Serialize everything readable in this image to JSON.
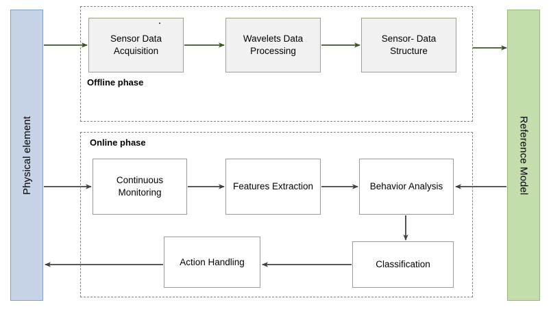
{
  "diagram": {
    "type": "flowchart",
    "rails": {
      "left": {
        "name": "physical-element",
        "label": "Physical element",
        "color": "#c6d3e7",
        "border_color": "#7f9fc4"
      },
      "right": {
        "name": "reference-model",
        "label": "Reference Model",
        "color": "#c3ddad",
        "border_color": "#93b97a"
      }
    },
    "phases": [
      {
        "id": "offline",
        "title": "Offline phase",
        "border_style": "dashed",
        "border_color": "#808080",
        "node_fill": "#f1f1f1",
        "node_border": "#9aa47e",
        "arrow_color": "#375623",
        "nodes": [
          {
            "id": "sensor-data-acquisition",
            "label": "Sensor Data\nAcquisition",
            "line1": "Sensor Data",
            "line2": "Acquisition"
          },
          {
            "id": "wavelets-data-processing",
            "label": "Wavelets Data\nProcessing",
            "line1": "Wavelets Data",
            "line2": "Processing"
          },
          {
            "id": "sensor-data-structure",
            "label": "Sensor- Data\nStructure",
            "line1": "Sensor- Data",
            "line2": "Structure"
          }
        ]
      },
      {
        "id": "online",
        "title": "Online phase",
        "border_style": "dashed",
        "border_color": "#808080",
        "node_fill": "#ffffff",
        "node_border": "#9a9a9a",
        "arrow_color": "#404040",
        "nodes": [
          {
            "id": "continuous-monitoring",
            "label": "Continuous\nMonitoring",
            "line1": "Continuous",
            "line2": "Monitoring"
          },
          {
            "id": "features-extraction",
            "label": "Features Extraction",
            "line1": "Features Extraction",
            "line2": ""
          },
          {
            "id": "behavior-analysis",
            "label": "Behavior Analysis",
            "line1": "Behavior Analysis",
            "line2": ""
          },
          {
            "id": "classification",
            "label": "Classification",
            "line1": "Classification",
            "line2": ""
          },
          {
            "id": "action-handling",
            "label": "Action Handling",
            "line1": "Action Handling",
            "line2": ""
          }
        ]
      }
    ],
    "edges": [
      {
        "id": "edge-physical-to-sensor-acq",
        "from": "physical-element",
        "to": "sensor-data-acquisition",
        "color": "#375623"
      },
      {
        "id": "edge-sensor-acq-to-wavelets",
        "from": "sensor-data-acquisition",
        "to": "wavelets-data-processing",
        "color": "#375623"
      },
      {
        "id": "edge-wavelets-to-sensor-ds",
        "from": "wavelets-data-processing",
        "to": "sensor-data-structure",
        "color": "#375623"
      },
      {
        "id": "edge-sensor-ds-to-reference-model",
        "from": "sensor-data-structure",
        "to": "reference-model",
        "color": "#375623"
      },
      {
        "id": "edge-physical-to-continuous",
        "from": "physical-element",
        "to": "continuous-monitoring",
        "color": "#404040"
      },
      {
        "id": "edge-continuous-to-features",
        "from": "continuous-monitoring",
        "to": "features-extraction",
        "color": "#404040"
      },
      {
        "id": "edge-features-to-behavior",
        "from": "features-extraction",
        "to": "behavior-analysis",
        "color": "#404040"
      },
      {
        "id": "edge-reference-model-to-behavior",
        "from": "reference-model",
        "to": "behavior-analysis",
        "color": "#404040"
      },
      {
        "id": "edge-behavior-to-classification",
        "from": "behavior-analysis",
        "to": "classification",
        "color": "#404040"
      },
      {
        "id": "edge-classification-to-action",
        "from": "classification",
        "to": "action-handling",
        "color": "#404040"
      },
      {
        "id": "edge-action-to-physical",
        "from": "action-handling",
        "to": "physical-element",
        "color": "#404040"
      }
    ]
  }
}
